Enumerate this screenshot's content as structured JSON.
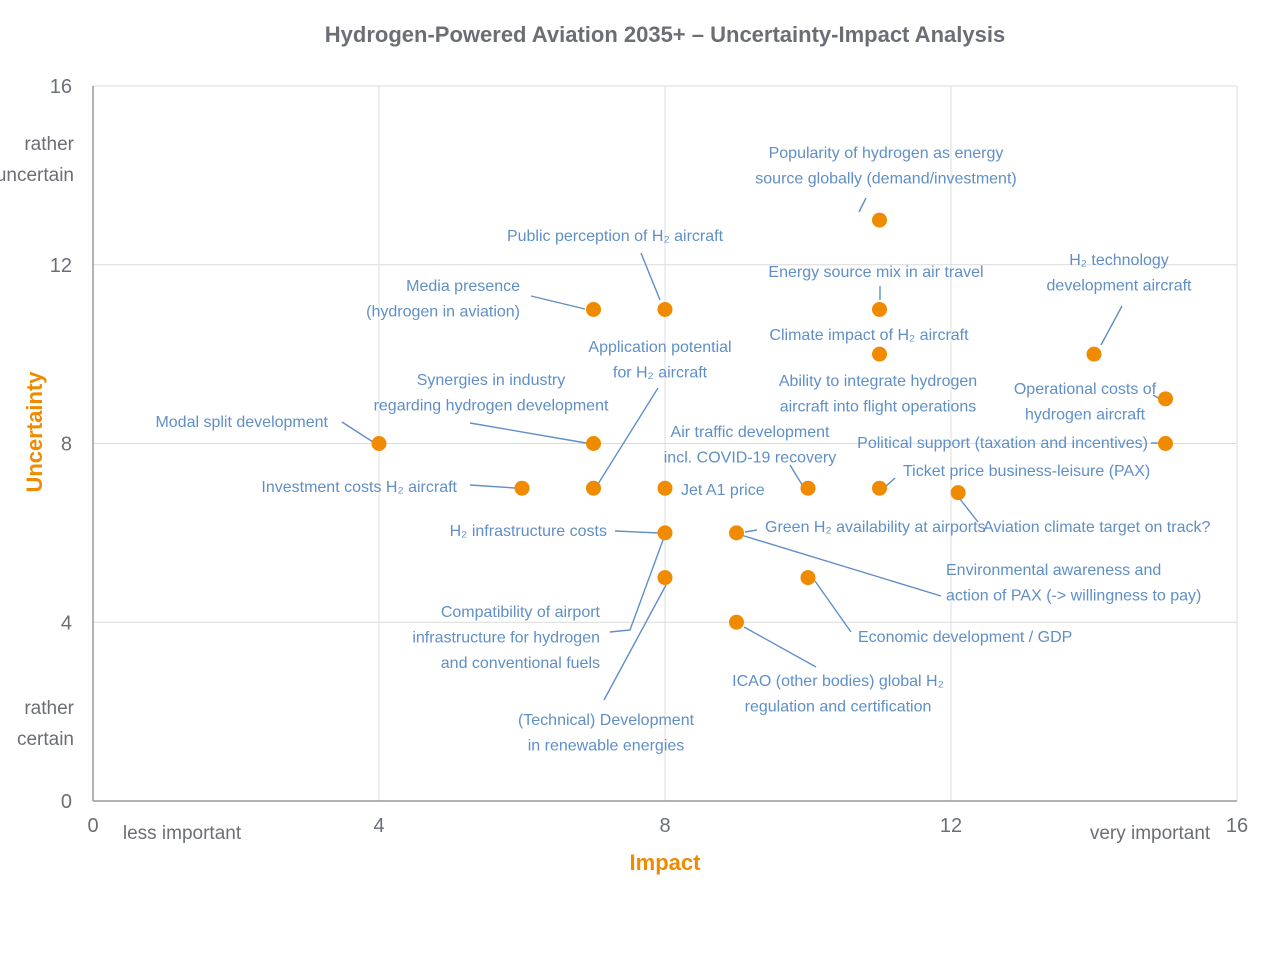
{
  "chart_data": {
    "type": "scatter",
    "title": "Hydrogen-Powered Aviation 2035+ – Uncertainty-Impact Analysis",
    "xlabel": "Impact",
    "ylabel": "Uncertainty",
    "xlim": [
      0,
      16
    ],
    "ylim": [
      0,
      16
    ],
    "xticks": [
      "0",
      "4",
      "8",
      "12",
      "16"
    ],
    "yticks": [
      "0",
      "4",
      "8",
      "12",
      "16"
    ],
    "x_low_caption": "less important",
    "x_high_caption": "very important",
    "y_high_caption": [
      "rather",
      "uncertain"
    ],
    "y_low_caption": [
      "rather",
      "certain"
    ],
    "grid": true,
    "colors": {
      "point": "#f08a00",
      "label": "#5f8fc6",
      "axis_title": "#f08a00",
      "text": "#6b6f75"
    },
    "points": [
      {
        "x": 11,
        "y": 13,
        "label": [
          "Popularity of hydrogen as energy",
          "source globally (demand/investment)"
        ]
      },
      {
        "x": 8,
        "y": 11,
        "label": [
          "Public perception of H₂ aircraft"
        ]
      },
      {
        "x": 7,
        "y": 11,
        "label": [
          "Media presence",
          "(hydrogen in aviation)"
        ]
      },
      {
        "x": 11,
        "y": 11,
        "label": [
          "Energy source mix in air travel"
        ]
      },
      {
        "x": 14,
        "y": 10,
        "label": [
          "H₂ technology",
          "development aircraft"
        ]
      },
      {
        "x": 11,
        "y": 10,
        "label": [
          "Climate impact of H₂ aircraft"
        ]
      },
      {
        "x": 15,
        "y": 9,
        "label": [
          "Operational costs of",
          "hydrogen aircraft"
        ]
      },
      {
        "x": 4,
        "y": 8,
        "label": [
          "Modal split development"
        ]
      },
      {
        "x": 7,
        "y": 8,
        "label": [
          "Synergies in industry",
          "regarding hydrogen development"
        ]
      },
      {
        "x": 15,
        "y": 8,
        "label": [
          "Political support (taxation and incentives)"
        ]
      },
      {
        "x": 6,
        "y": 7,
        "label": [
          "Investment costs H₂ aircraft"
        ]
      },
      {
        "x": 7,
        "y": 7,
        "label": [
          "Application potential",
          "for H₂ aircraft"
        ]
      },
      {
        "x": 8,
        "y": 7,
        "label": [
          "Jet A1 price"
        ]
      },
      {
        "x": 10,
        "y": 7,
        "label": [
          "Air traffic development",
          "incl. COVID-19 recovery"
        ]
      },
      {
        "x": 11,
        "y": 7,
        "label": [
          "Ability to integrate hydrogen",
          "aircraft into flight operations"
        ]
      },
      {
        "x": 11,
        "y": 7,
        "label": [
          "Ticket price business-leisure (PAX)"
        ]
      },
      {
        "x": 12.1,
        "y": 6.9,
        "label": [
          "Aviation climate target on track?"
        ]
      },
      {
        "x": 8,
        "y": 6,
        "label": [
          "H₂ infrastructure costs"
        ]
      },
      {
        "x": 8,
        "y": 6,
        "label": [
          "Compatibility of airport",
          "infrastructure for hydrogen",
          "and conventional fuels"
        ]
      },
      {
        "x": 9,
        "y": 6,
        "label": [
          "Green H₂ availability at airports"
        ]
      },
      {
        "x": 9,
        "y": 6,
        "label": [
          "Environmental awareness and",
          "action of PAX (-> willingness to pay)"
        ]
      },
      {
        "x": 8,
        "y": 5,
        "label": [
          "(Technical) Development",
          "in renewable energies"
        ]
      },
      {
        "x": 10,
        "y": 5,
        "label": [
          "Economic development / GDP"
        ]
      },
      {
        "x": 9,
        "y": 4,
        "label": [
          "ICAO (other bodies) global H₂",
          "regulation and certification"
        ]
      }
    ]
  }
}
